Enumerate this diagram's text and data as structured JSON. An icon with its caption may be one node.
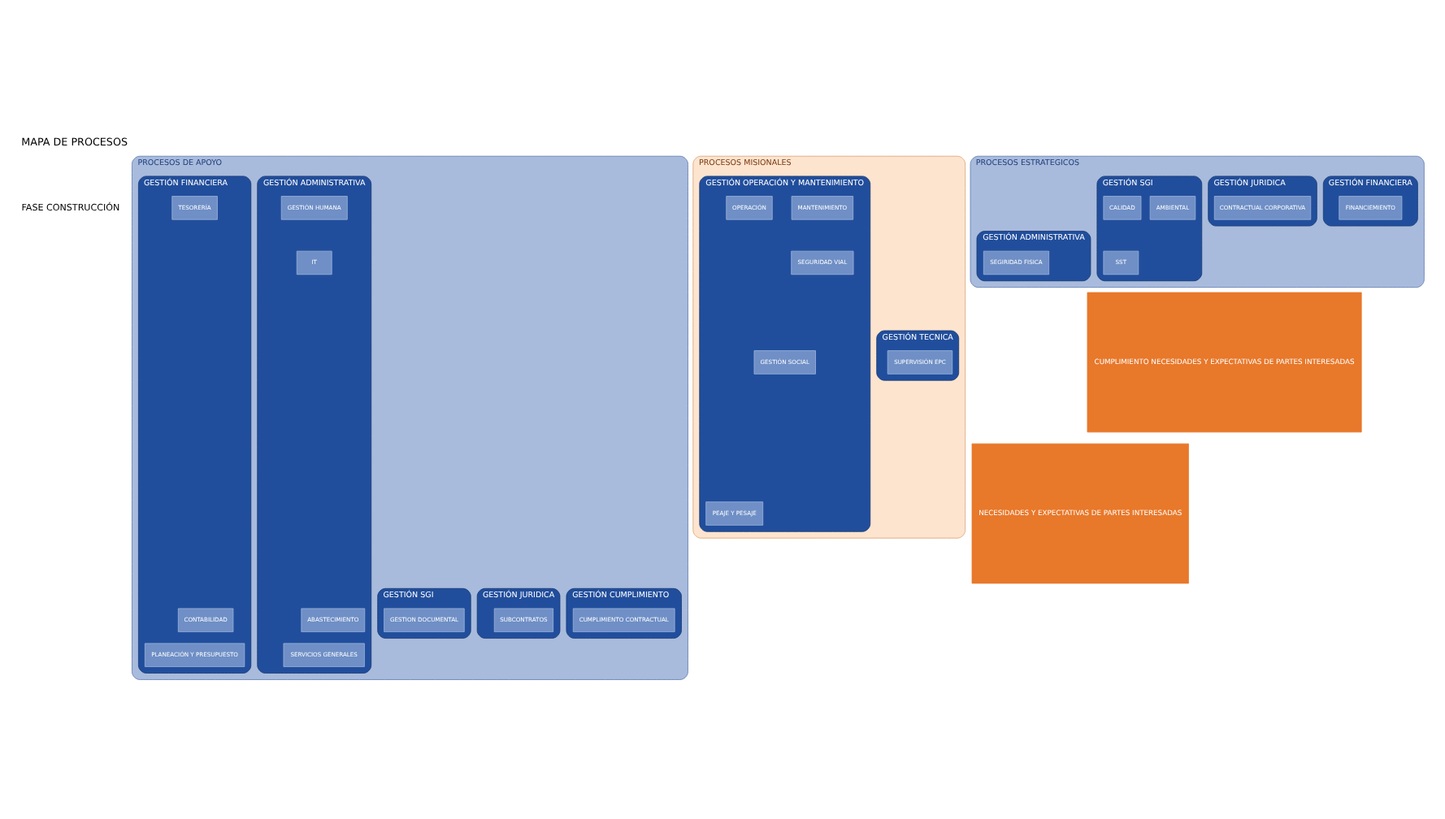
{
  "diagram": {
    "title": "MAPA DE PROCESOS",
    "nodes": [
      {
        "text": [
          "NECESIDADES Y EXPECTATIVAS DE PARTES INTERESADAS"
        ]
      },
      {
        "text": [
          "PROCESOS ESTRATEGICOS"
        ]
      },
      {
        "text": [
          "GESTIÓN ADMINISTRATIVA"
        ],
        "in": 1
      },
      {
        "text": [
          "SEGIRIDAD FISICA"
        ],
        "in": 2
      },
      {
        "text": [
          "GESTIÓN FINANCIERA"
        ],
        "in": 1
      },
      {
        "text": [
          "FINANCIEMIENTO"
        ],
        "in": 4
      },
      {
        "text": [
          "GESTIÓN JURIDICA"
        ],
        "in": 1
      },
      {
        "text": [
          "CONTRACTUAL CORPORATIVA"
        ],
        "in": 6
      },
      {
        "text": [
          "GESTIÓN SGI"
        ],
        "in": 1
      },
      {
        "text": [
          "AMBIENTAL"
        ],
        "in": 8
      },
      {
        "text": [
          "CALIDAD"
        ],
        "in": 8
      },
      {
        "text": [
          "SST"
        ],
        "in": 8
      },
      {
        "text": [
          "PROCESOS MISIONALES"
        ]
      },
      {
        "text": [
          "GESTIÓN TECNICA"
        ],
        "in": 12
      },
      {
        "text": [
          "SUPERVISIÓN EPC"
        ],
        "in": 13
      },
      {
        "text": [
          "GESTIÓN OPERACIÓN Y MANTENIMIENTO"
        ],
        "in": 12
      },
      {
        "text": [
          "GESTIÓN SOCIAL"
        ],
        "in": 15
      },
      {
        "text": [
          "MANTENIMIENTO"
        ],
        "in": 15
      },
      {
        "text": [
          "OPERACIÓN"
        ],
        "in": 15
      },
      {
        "text": [
          "PEAJE Y PESAJE"
        ],
        "in": 15
      },
      {
        "text": [
          "SEGURIDAD VIAL"
        ],
        "in": 15
      },
      {
        "text": [
          "PROCESOS DE APOYO"
        ]
      },
      {
        "text": [
          "GESTIÓN ADMINISTRATIVA"
        ],
        "in": 21
      },
      {
        "text": [
          "ABASTECIMIENTO"
        ],
        "in": 22
      },
      {
        "text": [
          "GESTIÓN HUMANA"
        ],
        "in": 22
      },
      {
        "text": [
          "SERVICIOS GENERALES"
        ],
        "in": 22
      },
      {
        "text": [
          "IT"
        ],
        "in": 22
      },
      {
        "text": [
          "GESTIÓN FINANCIERA"
        ],
        "in": 21
      },
      {
        "text": [
          "CONTABILIDAD"
        ],
        "in": 27
      },
      {
        "text": [
          "TESORERÍA"
        ],
        "in": 27
      },
      {
        "text": [
          "PLANEACIÓN Y PRESUPUESTO"
        ],
        "in": 27
      },
      {
        "text": [
          "GESTIÓN JURIDICA"
        ],
        "in": 21
      },
      {
        "text": [
          "SUBCONTRATOS"
        ],
        "in": 31
      },
      {
        "text": [
          "GESTIÓN SGI"
        ],
        "in": 21
      },
      {
        "text": [
          "GESTION DOCUMENTAL"
        ],
        "in": 33
      },
      {
        "text": [
          "GESTIÓN CUMPLIMIENTO"
        ],
        "in": 21
      },
      {
        "text": [
          "CUMPLIMIENTO CONTRACTUAL"
        ],
        "in": 35
      },
      {
        "text": [
          "CUMPLIMIENTO NECESIDADES Y EXPECTATIVAS DE PARTES INTERESADAS"
        ]
      }
    ],
    "labels": [
      "FASE CONSTRUCCIÓN"
    ]
  }
}
